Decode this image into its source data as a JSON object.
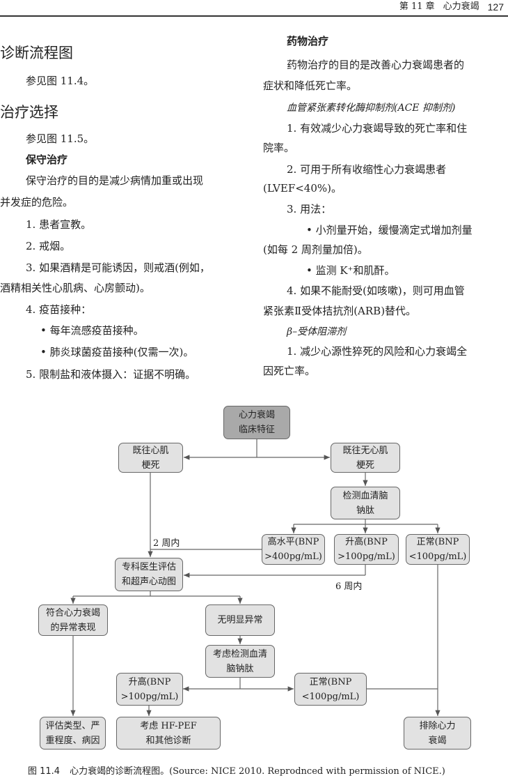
{
  "header": {
    "chapter": "第 11 章",
    "chapter_title": "心力衰竭",
    "page_number": "127"
  },
  "left": {
    "h_diag": "诊断流程图",
    "see_fig_1": "参见图 11.4。",
    "h_treat": "治疗选择",
    "see_fig_2": "参见图 11.5。",
    "h_conservative": "保守治疗",
    "para1": [
      "保守治疗的目的是减少病情加重或出现",
      "并发症的危险。"
    ],
    "item1": "1. 患者宣教。",
    "item2": "2. 戒烟。",
    "item3": [
      "3. 如果酒精是可能诱因，则戒酒(例如，",
      "酒精相关性心肌病、心房颤动)。"
    ],
    "item4": "4. 疫苗接种：",
    "bullet1": "• 每年流感疫苗接种。",
    "bullet2": "• 肺炎球菌疫苗接种(仅需一次)。",
    "item5": "5. 限制盐和液体摄入：证据不明确。"
  },
  "right": {
    "h_drug": "药物治疗",
    "para1": [
      "药物治疗的目的是改善心力衰竭患者的",
      "症状和降低死亡率。"
    ],
    "h_ace": "血管紧张素转化酶抑制剂(ACE 抑制剂)",
    "ace1": [
      "1. 有效减少心力衰竭导致的死亡率和住",
      "院率。"
    ],
    "ace2": [
      "2. 可用于所有收缩性心力衰竭患者",
      "(LVEF<40%)。"
    ],
    "ace3": "3. 用法：",
    "ace3_b1": [
      "• 小剂量开始，缓慢滴定式增加剂量",
      "(如每 2 周剂量加倍)。"
    ],
    "ace3_b2": "• 监测 K⁺和肌酐。",
    "ace4": [
      "4. 如果不能耐受(如咳嗽)，则可用血管",
      "紧张素Ⅱ受体拮抗剂(ARB)替代。"
    ],
    "h_beta": "β–受体阻滞剂",
    "beta1": [
      "1. 减少心源性猝死的风险和心力衰竭全",
      "因死亡率。"
    ]
  },
  "flowchart": {
    "start": "心力衰竭\n临床特征",
    "prior_mi": "既往心肌\n梗死",
    "no_prior_mi": "既往无心肌\n梗死",
    "test_bnp": "检测血清脑\n钠肽",
    "bnp_high": "高水平(BNP\n>400pg/mL)",
    "bnp_raised": "升高(BNP\n>100pg/mL)",
    "bnp_normal": "正常(BNP\n<100pg/mL)",
    "within_2w": "2 周内",
    "within_6w": "6 周内",
    "specialist": "专科医生评估\n和超声心动图",
    "hf_abnormal": "符合心力衰竭\n的异常表现",
    "no_abnormal": "无明显异常",
    "consider_bnp": "考虑检测血清\n脑钠肽",
    "bnp_raised_2": "升高(BNP\n>100pg/mL)",
    "bnp_normal_2": "正常(BNP\n<100pg/mL)",
    "assess": "评估类型、严\n重程度、病因",
    "hfpef": "考虑 HF-PEF\n和其他诊断",
    "exclude": "排除心力\n衰竭"
  },
  "caption": {
    "label": "图 11.4",
    "text": "心力衰竭的诊断流程图。(Source: NICE 2010. Reprodnced with permission of NICE.)"
  }
}
